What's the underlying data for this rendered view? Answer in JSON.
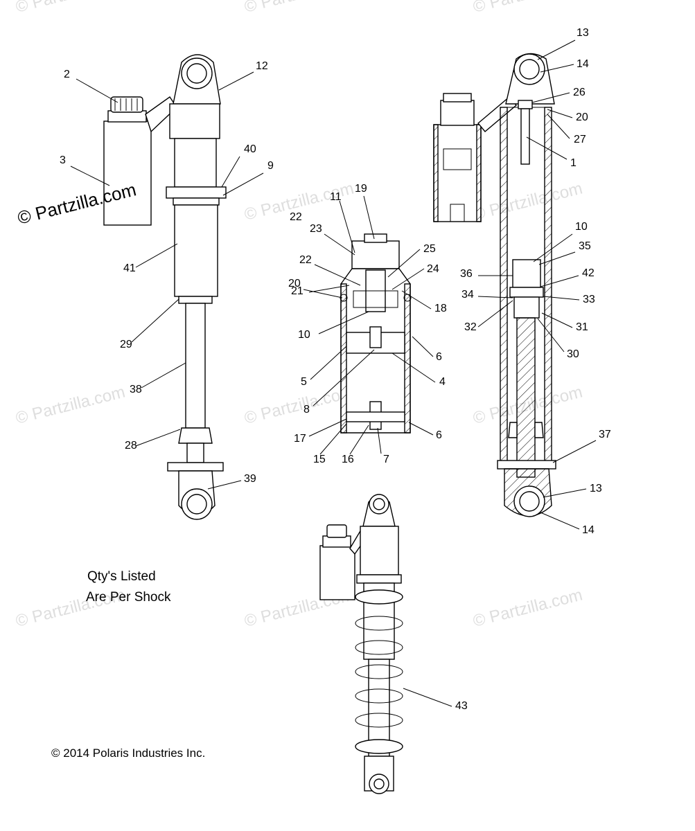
{
  "watermark_text": "© Partzilla.com",
  "qty_note": {
    "line1": "Qty's Listed",
    "line2": "Are Per Shock"
  },
  "copyright": "© 2014 Polaris Industries Inc.",
  "callouts": [
    "1",
    "2",
    "3",
    "4",
    "5",
    "6",
    "6",
    "7",
    "8",
    "9",
    "10",
    "10",
    "11",
    "12",
    "13",
    "13",
    "14",
    "14",
    "15",
    "16",
    "17",
    "18",
    "19",
    "20",
    "20",
    "21",
    "22",
    "22",
    "23",
    "24",
    "25",
    "26",
    "27",
    "28",
    "29",
    "30",
    "31",
    "32",
    "33",
    "34",
    "35",
    "36",
    "37",
    "38",
    "39",
    "40",
    "41",
    "42",
    "43"
  ]
}
